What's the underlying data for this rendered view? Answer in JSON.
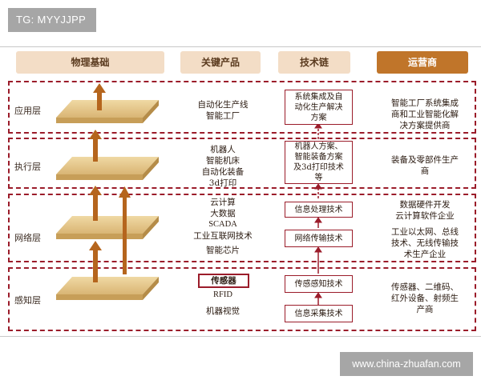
{
  "tag": "TG: MYYJJPP",
  "watermark": "www.china-zhuafan.com",
  "headers": {
    "physical": "物理基础",
    "products": "关键产品",
    "chain": "技术链",
    "operators": "运营商"
  },
  "layers": [
    {
      "label": "应用层",
      "products": [
        "自动化生产线",
        "智能工厂"
      ],
      "chain": [
        "系统集成及自",
        "动化生产解决",
        "方案"
      ],
      "operators": [
        "智能工厂系统集成",
        "商和工业智能化解",
        "决方案提供商"
      ]
    },
    {
      "label": "执行层",
      "products": [
        "机器人",
        "智能机床",
        "自动化装备",
        "3d打印"
      ],
      "chain": [
        "机器人方案、",
        "智能装备方案",
        "及3d打印技术",
        "等"
      ],
      "operators": [
        "装备及零部件生产",
        "商"
      ]
    },
    {
      "label": "网络层",
      "products": [
        "云计算",
        "大数据",
        "SCADA",
        "工业互联网技术",
        "",
        "智能芯片"
      ],
      "chain_boxes": [
        "信息处理技术",
        "网络传输技术"
      ],
      "operators_a": [
        "数据硬件开发",
        "云计算软件企业"
      ],
      "operators_b": [
        "工业以太网、总线",
        "技术、无线传输技",
        "术生产企业"
      ]
    },
    {
      "label": "感知层",
      "sensor": "传感器",
      "products": [
        "RFID",
        "",
        "机器视觉"
      ],
      "chain_boxes": [
        "传感感知技术",
        "信息采集技术"
      ],
      "operators": [
        "传感器、二维码、",
        "红外设备、射频生",
        "产商"
      ]
    }
  ],
  "colors": {
    "accent_red": "#9b1c2a",
    "header_light": "#f3ddc6",
    "header_dark": "#c0752a",
    "block_face": "#e6c88a",
    "arrow_brown": "#b5651d"
  }
}
